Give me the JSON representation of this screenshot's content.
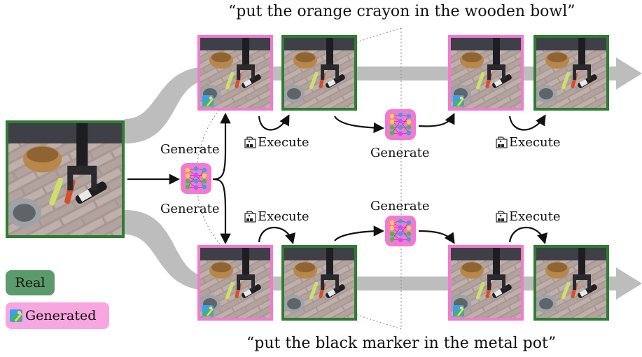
{
  "instructions": {
    "top": "“put the orange crayon in the wooden bowl”",
    "bottom": "“put the black marker in the metal pot”"
  },
  "labels": {
    "generate": "Generate",
    "execute": "Execute"
  },
  "legend": {
    "real": "Real",
    "generated": "Generated"
  },
  "colors": {
    "real_border": "#2e7d32",
    "generated_border": "#f27bd0",
    "arrow_band": "#bdbdbd",
    "legend_real_fill": "#5b9b6b",
    "legend_generated_fill": "#f7a6e0"
  },
  "icons": {
    "model": "neural-network-icon",
    "robot": "robot-arm-icon",
    "generated_image": "generated-image-icon"
  }
}
